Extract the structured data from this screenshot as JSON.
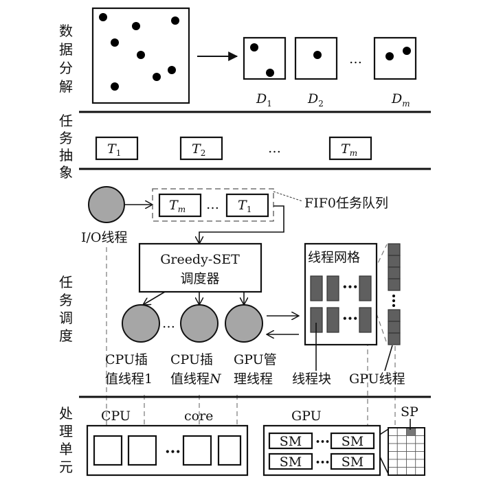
{
  "side_labels": {
    "data_decomposition": [
      "数",
      "据",
      "分",
      "解"
    ],
    "task_abstraction": [
      "任",
      "务",
      "抽",
      "象"
    ],
    "task_scheduling": [
      "任",
      "务",
      "调",
      "度"
    ],
    "processing_unit": [
      "处",
      "理",
      "单",
      "元"
    ]
  },
  "decomposition": {
    "d_labels": [
      {
        "main": "D",
        "sub": "1"
      },
      {
        "main": "D",
        "sub": "2"
      },
      {
        "main": "D",
        "sub": "m"
      }
    ],
    "ellipsis": "…"
  },
  "tasks": {
    "items": [
      {
        "main": "T",
        "sub": "1"
      },
      {
        "main": "T",
        "sub": "2"
      },
      {
        "main": "T",
        "sub": "m"
      }
    ],
    "ellipsis": "…"
  },
  "scheduling": {
    "io_thread": "I/O线程",
    "queue": [
      {
        "main": "T",
        "sub": "m"
      },
      {
        "main": "T",
        "sub": "1"
      }
    ],
    "queue_ellipsis": "…",
    "queue_label": "FIF0任务队列",
    "scheduler_line1": "Greedy-SET",
    "scheduler_line2": "调度器",
    "cpu_thread_1": [
      "CPU插",
      "值线程1"
    ],
    "cpu_thread_n_line1": "CPU插",
    "cpu_thread_n_line2": "值线程",
    "cpu_thread_n_var": "N",
    "gpu_manager": [
      "GPU管",
      "理线程"
    ],
    "thread_grid": "线程网格",
    "thread_block": "线程块",
    "gpu_thread": "GPU线程",
    "ellipsis": "…",
    "dots": "•••"
  },
  "processing": {
    "cpu": "CPU",
    "core": "core",
    "gpu": "GPU",
    "sp": "SP",
    "sm": [
      "SM",
      "SM",
      "SM",
      "SM"
    ],
    "dots": "•••"
  },
  "colors": {
    "circle_fill": "#a6a6a6",
    "block_fill": "#5f5f5f"
  }
}
